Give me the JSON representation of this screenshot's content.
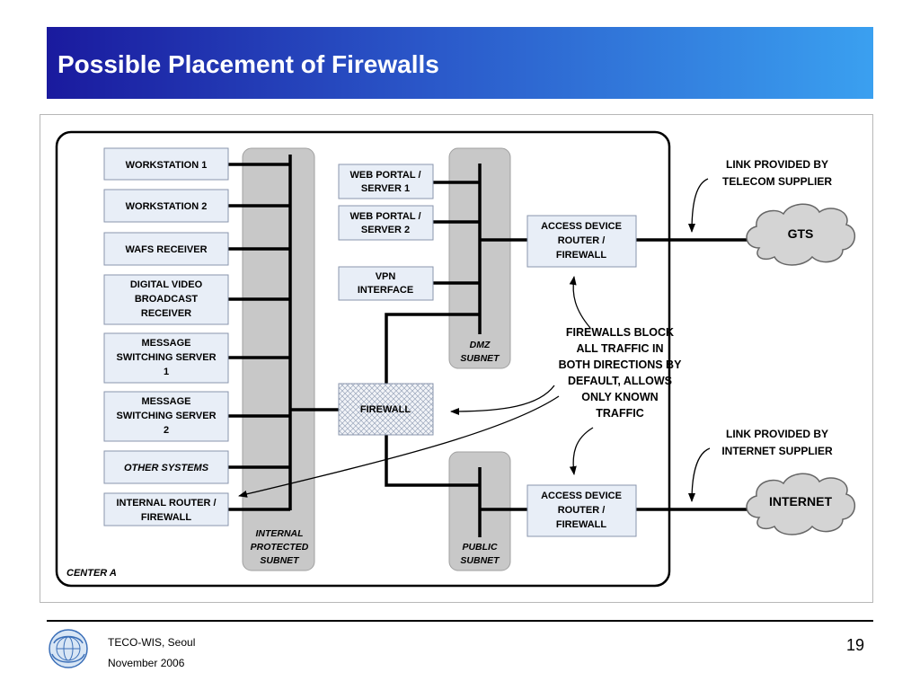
{
  "slide": {
    "title": "Possible Placement of Firewalls",
    "page_number": "19"
  },
  "footer": {
    "line1": "TECO-WIS, Seoul",
    "line2": "November 2006"
  },
  "diagram": {
    "center_label": "CENTER A",
    "internal_systems": [
      [
        "WORKSTATION 1"
      ],
      [
        "WORKSTATION 2"
      ],
      [
        "WAFS RECEIVER"
      ],
      [
        "DIGITAL VIDEO",
        "BROADCAST",
        "RECEIVER"
      ],
      [
        "MESSAGE",
        "SWITCHING SERVER",
        "1"
      ],
      [
        "MESSAGE",
        "SWITCHING SERVER",
        "2"
      ],
      [
        "OTHER SYSTEMS"
      ],
      [
        "INTERNAL ROUTER /",
        "FIREWALL"
      ]
    ],
    "dmz_systems": [
      [
        "WEB PORTAL /",
        "SERVER 1"
      ],
      [
        "WEB PORTAL /",
        "SERVER 2"
      ],
      [
        "VPN",
        "INTERFACE"
      ]
    ],
    "subnets": {
      "internal": [
        "INTERNAL",
        "PROTECTED",
        "SUBNET"
      ],
      "dmz": [
        "DMZ",
        "SUBNET"
      ],
      "public": [
        "PUBLIC",
        "SUBNET"
      ]
    },
    "firewall_label": "FIREWALL",
    "access_device_top": [
      "ACCESS DEVICE",
      "ROUTER /",
      "FIREWALL"
    ],
    "access_device_bottom": [
      "ACCESS DEVICE",
      "ROUTER /",
      "FIREWALL"
    ],
    "cloud_top": "GTS",
    "cloud_bottom": "INTERNET",
    "link_top": [
      "LINK PROVIDED BY",
      "TELECOM SUPPLIER"
    ],
    "link_bottom": [
      "LINK PROVIDED BY",
      "INTERNET SUPPLIER"
    ],
    "note": [
      "FIREWALLS BLOCK",
      "ALL TRAFFIC IN",
      "BOTH DIRECTIONS BY",
      "DEFAULT, ALLOWS",
      "ONLY KNOWN",
      "TRAFFIC"
    ]
  },
  "colors": {
    "title_gradient_start": "#1a1a9e",
    "title_gradient_end": "#3aa0f0",
    "box_fill": "#e8eef7",
    "box_border": "#8a96ad",
    "subnet_fill": "#c8c8c8",
    "cloud_fill": "#d4d4d4"
  }
}
